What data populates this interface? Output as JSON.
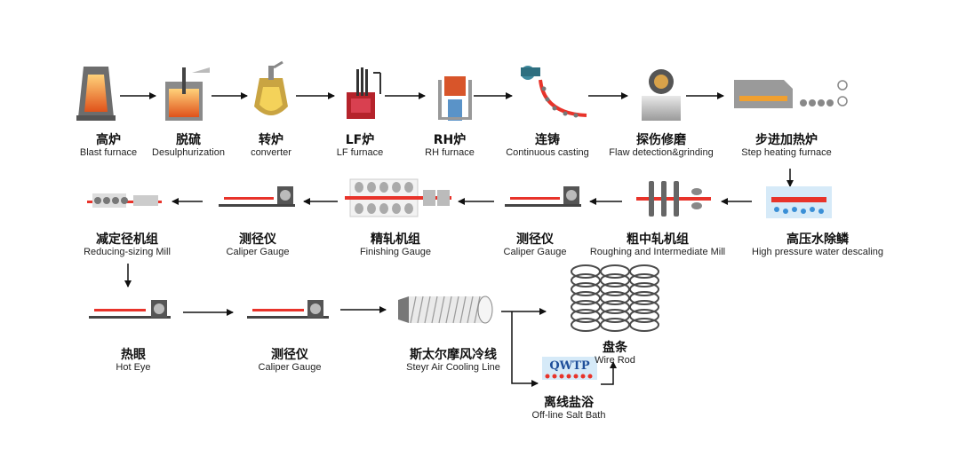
{
  "steps": [
    {
      "zh": "高炉",
      "en": "Blast furnace",
      "icon": "blast-furnace-icon"
    },
    {
      "zh": "脱硫",
      "en": "Desulphurization",
      "icon": "desulphurization-icon"
    },
    {
      "zh": "转炉",
      "en": "converter",
      "icon": "converter-icon"
    },
    {
      "zh": "LF炉",
      "en": "LF furnace",
      "icon": "lf-furnace-icon"
    },
    {
      "zh": "RH炉",
      "en": "RH furnace",
      "icon": "rh-furnace-icon"
    },
    {
      "zh": "连铸",
      "en": "Continuous casting",
      "icon": "continuous-casting-icon"
    },
    {
      "zh": "探伤修磨",
      "en": "Flaw detection&grinding",
      "icon": "flaw-detection-icon"
    },
    {
      "zh": "步进加热炉",
      "en": "Step heating furnace",
      "icon": "step-heating-furnace-icon"
    },
    {
      "zh": "高压水除鳞",
      "en": "High pressure water descaling",
      "icon": "water-descaling-icon"
    },
    {
      "zh": "粗中轧机组",
      "en": "Roughing and Intermediate Mill",
      "icon": "roughing-mill-icon"
    },
    {
      "zh": "测径仪",
      "en": "Caliper Gauge",
      "icon": "caliper-gauge-icon"
    },
    {
      "zh": "精轧机组",
      "en": "Finishing Gauge",
      "icon": "finishing-mill-icon"
    },
    {
      "zh": "测径仪",
      "en": "Caliper Gauge",
      "icon": "caliper-gauge-icon"
    },
    {
      "zh": "减定径机组",
      "en": "Reducing-sizing Mill",
      "icon": "reducing-sizing-mill-icon"
    },
    {
      "zh": "热眼",
      "en": "Hot Eye",
      "icon": "hot-eye-icon"
    },
    {
      "zh": "测径仪",
      "en": "Caliper Gauge",
      "icon": "caliper-gauge-icon"
    },
    {
      "zh": "斯太尔摩风冷线",
      "en": "Steyr Air Cooling Line",
      "icon": "air-cooling-line-icon"
    },
    {
      "zh": "盘条",
      "en": "Wire Rod",
      "icon": "wire-rod-coil-icon"
    },
    {
      "zh": "离线盐浴",
      "en": "Off-line Salt Bath",
      "icon": "salt-bath-icon"
    }
  ],
  "salt_bath_tank_text": "QWTP",
  "colors": {
    "rod": "#e8332a",
    "arrow": "#111111",
    "steel": "#7b7b7b",
    "water": "#3a8fd6",
    "flame": "#f0a030"
  }
}
